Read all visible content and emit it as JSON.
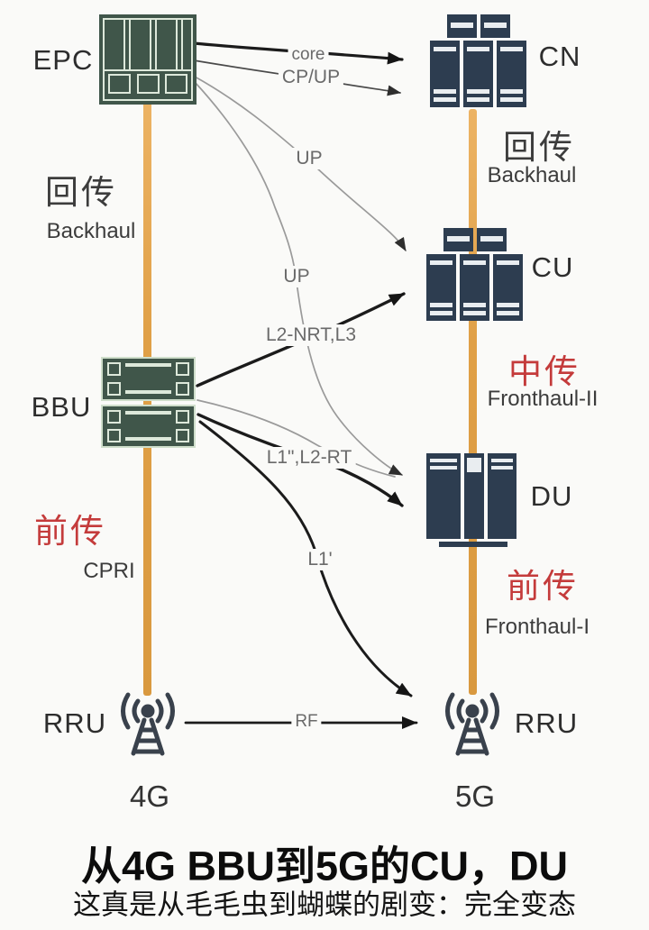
{
  "diagram": {
    "nodes": {
      "epc": "EPC",
      "cn": "CN",
      "bbu": "BBU",
      "cu": "CU",
      "du": "DU",
      "rru_4g": "RRU",
      "rru_5g": "RRU"
    },
    "haul_labels": {
      "left_backhaul_zh": "回传",
      "left_backhaul_en": "Backhaul",
      "left_fronthaul_zh": "前传",
      "left_fronthaul_en": "CPRI",
      "right_backhaul_zh": "回传",
      "right_backhaul_en": "Backhaul",
      "right_midhaul_zh": "中传",
      "right_midhaul_en": "Fronthaul-II",
      "right_fronthaul_zh": "前传",
      "right_fronthaul_en": "Fronthaul-I"
    },
    "links": {
      "core": "core",
      "cp_up": "CP/UP",
      "up_upper": "UP",
      "up_lower": "UP",
      "l2_nrt_l3": "L2-NRT,L3",
      "l1_l2_rt": "L1\",L2-RT",
      "l1_prime": "L1'",
      "rf": "RF"
    },
    "generations": {
      "left": "4G",
      "right": "5G"
    }
  },
  "footer": {
    "title": "从4G BBU到5G的CU，DU",
    "subtitle": "这真是从毛毛虫到蝴蝶的剧变：完全变态"
  },
  "colors": {
    "haul_line_orange": "#e0a047",
    "highlight_red": "#c43b3b",
    "node_green": "#40564a",
    "node_navy": "#2d3d50"
  }
}
